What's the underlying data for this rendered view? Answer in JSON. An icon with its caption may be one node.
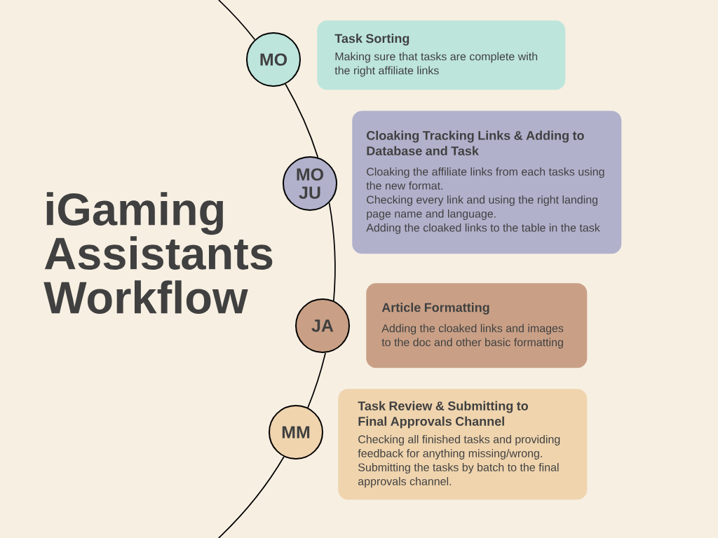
{
  "diagram": {
    "title": "iGaming Assistants Workflow",
    "nodes": [
      {
        "text": [
          "MO"
        ]
      },
      {
        "text": [
          "Task Sorting",
          "Making sure that tasks are complete with the right affiliate links"
        ]
      },
      {
        "text": [
          "MO JU"
        ]
      },
      {
        "text": [
          "Cloaking Tracking Links & Adding to Database and Task",
          "Cloaking the affiliate links from each tasks using the new format.",
          "Checking every link and using the right landing page name and language.",
          "Adding the cloaked links to the table in the task"
        ]
      },
      {
        "text": [
          "JA"
        ]
      },
      {
        "text": [
          "Article Formatting",
          "Adding the cloaked links and images to the doc and other basic formatting"
        ]
      },
      {
        "text": [
          "MM"
        ]
      },
      {
        "text": [
          "Task Review & Submitting to Final Approvals Channel",
          "Checking all finished tasks and providing feedback for anything missing/wrong. Submitting the tasks by batch to the final approvals channel."
        ]
      }
    ],
    "edges": [
      {
        "from": null,
        "to": 0,
        "arrow": "none"
      },
      {
        "from": 0,
        "to": 2,
        "arrow": "none"
      },
      {
        "from": 2,
        "to": 4,
        "arrow": "none"
      },
      {
        "from": 4,
        "to": 6,
        "arrow": "none"
      },
      {
        "from": 6,
        "to": null,
        "arrow": "none"
      }
    ]
  }
}
